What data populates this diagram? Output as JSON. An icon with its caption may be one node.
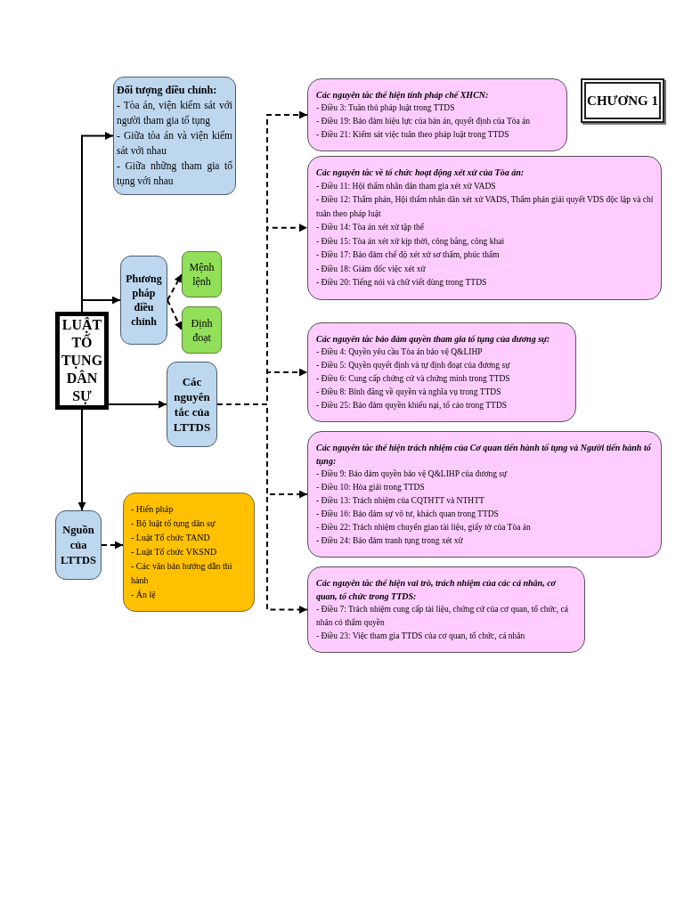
{
  "diagram": {
    "nodes": [
      {
        "text": [
          "LUẬT TỐ TỤNG DÂN SỰ"
        ]
      },
      {
        "text": [
          "Đối tượng điều chỉnh:",
          "- Tòa án, viện kiểm sát với người tham gia tố tụng",
          "- Giữa tòa án và viện kiểm sát với nhau",
          "- Giữa những tham gia tố tụng với nhau"
        ]
      },
      {
        "text": [
          "Phương pháp điều chỉnh"
        ]
      },
      {
        "text": [
          "Mệnh lệnh"
        ]
      },
      {
        "text": [
          "Định đoạt"
        ]
      },
      {
        "text": [
          "Các nguyên tắc của LTTDS"
        ]
      },
      {
        "text": [
          "Nguồn của LTTDS"
        ]
      },
      {
        "text": [
          "- Hiến pháp",
          "- Bộ luật tố tụng dân sự",
          "- Luật Tổ chức TAND",
          "- Luật Tổ chức VKSND",
          "- Các văn bản hướng dẫn thi hành",
          "- Án lệ"
        ]
      },
      {
        "text": [
          "CHƯƠNG 1"
        ]
      },
      {
        "text": [
          "Các nguyên tắc thể hiện tính pháp chế XHCN:",
          "- Điều 3: Tuân thủ pháp luật trong TTDS",
          "- Điều 19: Bảo đảm hiệu lực của bản án, quyết định của Tòa án",
          "- Điều 21: Kiểm sát việc tuân theo pháp luật trong TTDS"
        ]
      },
      {
        "text": [
          "Các nguyên tắc về tổ chức hoạt động xét xử của Tòa án:",
          "- Điều 11: Hội thẩm nhân dân tham gia xét xử VADS",
          "- Điều 12: Thẩm phán, Hội thẩm nhân dân xét xử VADS, Thẩm phán giải quyết VDS độc lập và chỉ tuân theo pháp luật",
          "- Điều 14: Tòa án xét xử tập thể",
          "- Điều 15: Tòa án xét xử kịp thời, công bằng, công khai",
          "- Điều 17: Bảo đảm chế độ xét xử sơ thẩm, phúc thẩm",
          "- Điều 18: Giám đốc việc xét xử",
          "- Điều 20: Tiếng nói và chữ viết dùng trong TTDS"
        ]
      },
      {
        "text": [
          "Các nguyên tắc bảo đảm quyền tham gia tố tụng của đương sự:",
          "- Điều 4: Quyền yêu cầu Tòa án bảo vệ Q&LIHP",
          "- Điều 5: Quyền quyết định và tự định đoạt của đương sự",
          "- Điều 6: Cung cấp chứng cứ và chứng minh trong TTDS",
          "- Điều 8: Bình đẳng về quyền và nghĩa vụ trong TTDS",
          "- Điều 25: Bảo đảm quyền khiếu nại, tố cáo trong TTDS"
        ]
      },
      {
        "text": [
          "Các nguyên tắc thể hiện trách nhiệm của Cơ quan tiến hành tố tụng và Người tiến hành tố tụng:",
          "- Điều 9: Bảo đảm quyền bảo vệ Q&LIHP của đương sự",
          "- Điều 10: Hòa giải trong TTDS",
          "- Điều 13: Trách nhiệm của CQTHTT và NTHTT",
          "- Điều 16: Bảo đảm sự vô tư, khách quan trong TTDS",
          "- Điều 22: Trách nhiệm chuyển giao tài liệu, giấy tờ của Tòa án",
          "- Điều 24: Bảo đảm tranh tụng trong xét xử"
        ]
      },
      {
        "text": [
          "Các nguyên tắc thể hiện vai trò, trách nhiệm của các cá nhân, cơ quan, tổ chức trong TTDS:",
          "- Điều 7: Trách nhiệm cung cấp tài liệu, chứng cứ của cơ quan, tổ chức, cá nhân có thẩm quyền",
          "- Điều 23: Việc tham gia TTDS của cơ quan, tổ chức, cá nhân"
        ]
      }
    ],
    "edges": [
      {
        "from": 0,
        "to": 1,
        "arrow": "to"
      },
      {
        "from": 0,
        "to": 2,
        "arrow": "to"
      },
      {
        "from": 0,
        "to": 5,
        "arrow": "to"
      },
      {
        "from": 0,
        "to": 6,
        "arrow": "to"
      },
      {
        "from": 2,
        "to": 3,
        "arrow": "to",
        "style": "dashed"
      },
      {
        "from": 2,
        "to": 4,
        "arrow": "to",
        "style": "dashed"
      },
      {
        "from": 6,
        "to": 7,
        "arrow": "to",
        "style": "dashed"
      },
      {
        "from": 5,
        "to": 9,
        "arrow": "to",
        "style": "dashed"
      },
      {
        "from": 5,
        "to": 10,
        "arrow": "to",
        "style": "dashed"
      },
      {
        "from": 5,
        "to": 11,
        "arrow": "to",
        "style": "dashed"
      },
      {
        "from": 5,
        "to": 12,
        "arrow": "to",
        "style": "dashed"
      },
      {
        "from": 5,
        "to": 13,
        "arrow": "to",
        "style": "dashed"
      }
    ]
  }
}
